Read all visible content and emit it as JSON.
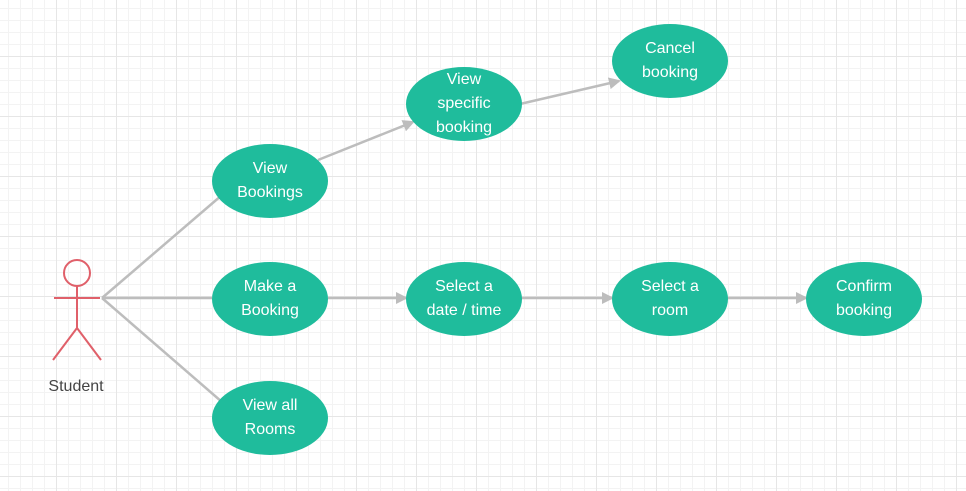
{
  "actor": {
    "label": "Student"
  },
  "use_cases": {
    "view_bookings": "View\nBookings",
    "make_booking": "Make a\nBooking",
    "view_all_rooms": "View all\nRooms",
    "view_specific_booking": "View\nspecific\nbooking",
    "cancel_booking": "Cancel\nbooking",
    "select_date_time": "Select a\ndate / time",
    "select_room": "Select a\nroom",
    "confirm_booking": "Confirm\nbooking"
  },
  "colors": {
    "node_fill": "#1fbc9c",
    "node_text": "#ffffff",
    "connector": "#bdbdbd",
    "actor_stroke": "#e0606a"
  }
}
